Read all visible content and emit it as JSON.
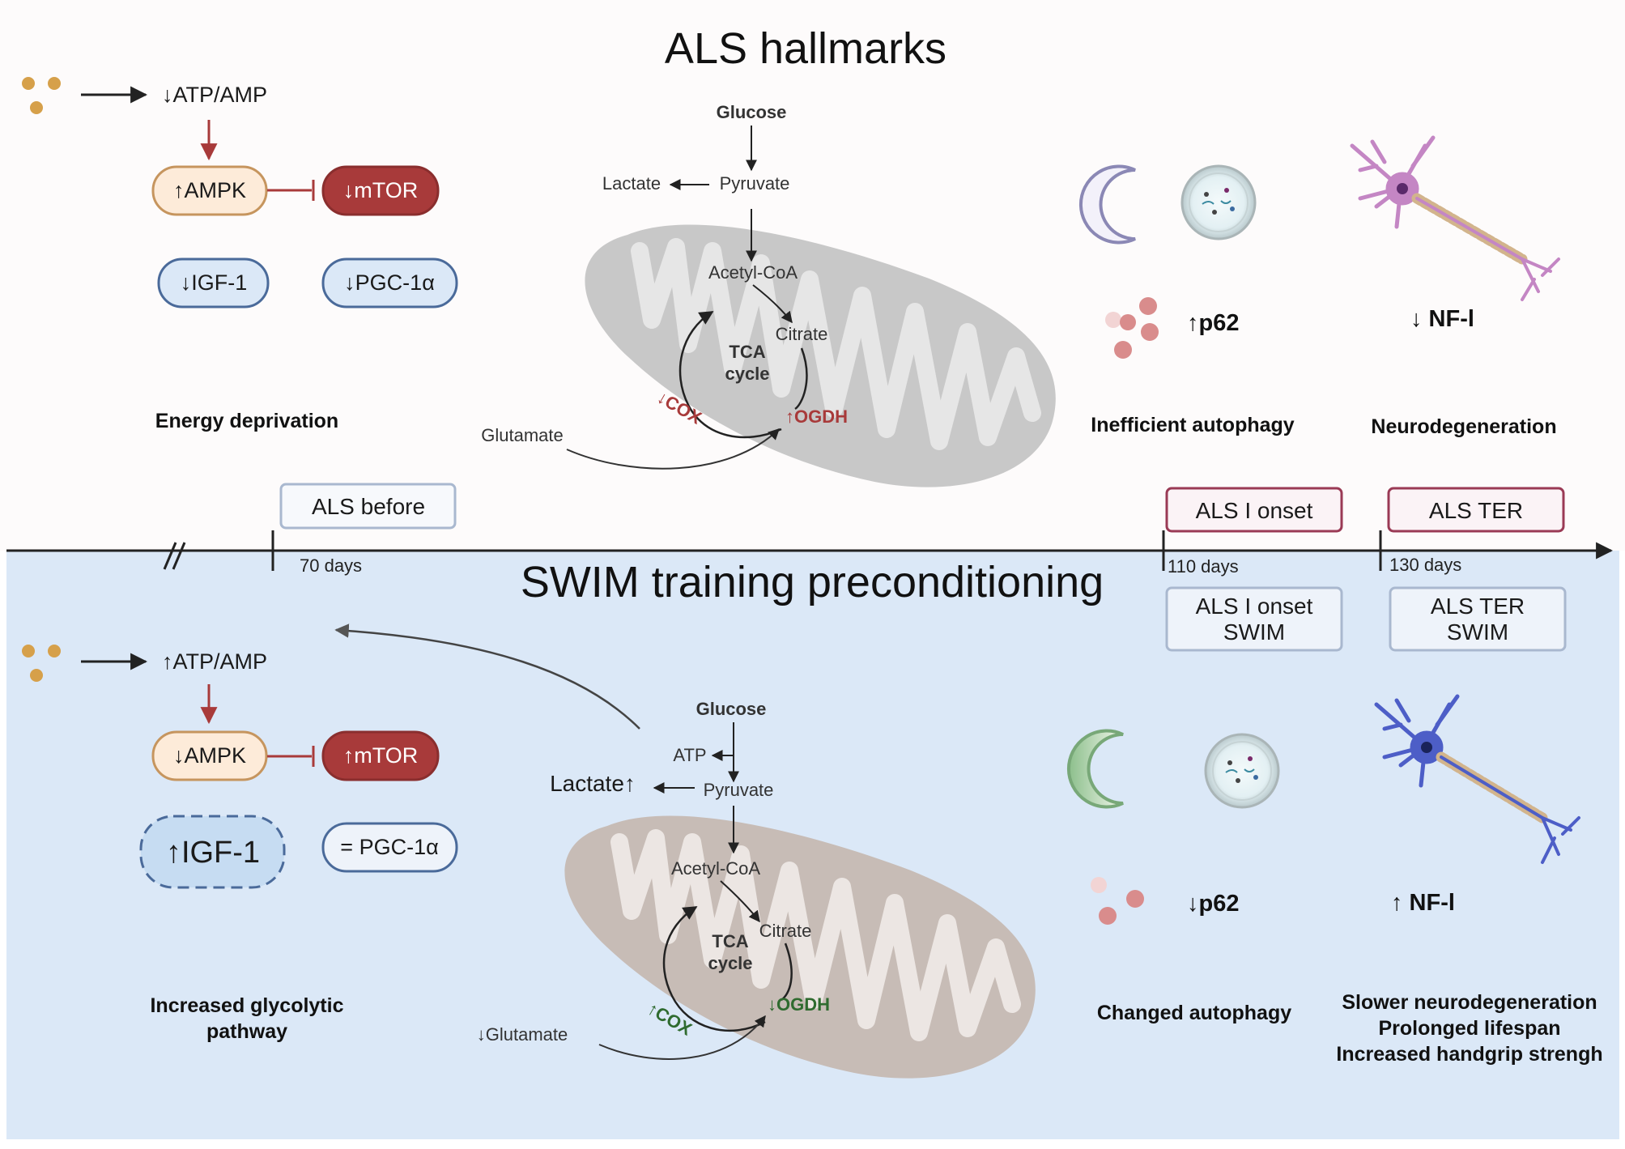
{
  "top": {
    "title": "ALS hallmarks",
    "energy": {
      "ratio": "↓ATP/AMP",
      "ampk": "↑AMPK",
      "mtor": "↓mTOR",
      "igf1": "↓IGF-1",
      "pgc": "↓PGC-1α",
      "caption": "Energy deprivation"
    },
    "metabolism": {
      "glucose": "Glucose",
      "pyruvate": "Pyruvate",
      "lactate": "Lactate",
      "acetyl_coa": "Acetyl-CoA",
      "citrate": "Citrate",
      "tca_1": "TCA",
      "tca_2": "cycle",
      "cox": "↓COX",
      "ogdh": "↑OGDH",
      "glutamate": "Glutamate"
    },
    "autophagy": {
      "marker": "↑p62",
      "caption": "Inefficient autophagy"
    },
    "neuro": {
      "marker": "↓ NF-l",
      "caption": "Neurodegeneration"
    }
  },
  "timeline": {
    "before_label": "ALS before",
    "onset_label": "ALS I onset",
    "ter_label": "ALS TER",
    "day_70": "70 days",
    "day_110": "110 days",
    "day_130": "130 days",
    "onset_swim_1": "ALS I onset",
    "onset_swim_2": "SWIM",
    "ter_swim_1": "ALS TER",
    "ter_swim_2": "SWIM"
  },
  "bottom": {
    "title": "SWIM training preconditioning",
    "energy": {
      "ratio": "↑ATP/AMP",
      "ampk": "↓AMPK",
      "mtor": "↑mTOR",
      "igf1": "↑IGF-1",
      "pgc": "= PGC-1α",
      "caption_1": "Increased glycolytic",
      "caption_2": "pathway"
    },
    "metabolism": {
      "glucose": "Glucose",
      "atp": "ATP",
      "pyruvate": "Pyruvate",
      "lactate": "Lactate↑",
      "acetyl_coa": "Acetyl-CoA",
      "citrate": "Citrate",
      "tca_1": "TCA",
      "tca_2": "cycle",
      "cox": "↑COX",
      "ogdh": "↓OGDH",
      "glutamate": "↓Glutamate"
    },
    "autophagy": {
      "marker": "↓p62",
      "caption": "Changed autophagy"
    },
    "neuro": {
      "marker": "↑ NF-l",
      "caption_1": "Slower neurodegeneration",
      "caption_2": "Prolonged lifespan",
      "caption_3": "Increased handgrip strengh"
    }
  },
  "colors": {
    "top_bg": "#fdfbfb",
    "bottom_bg": "#dbe8f7",
    "dark_red": "#a83a3a",
    "pill_cream": "#fdebd9",
    "pill_cream_border": "#c6955e",
    "pill_blue": "#dbe8f7",
    "pill_blue_border": "#4a6a9a",
    "mito_top": "#c8c8c8",
    "mito_bottom": "#c7bcb6",
    "dots": "#d6a04a",
    "neuron_top": "#c486c4",
    "neuron_bottom": "#4d5ec7",
    "cox_bottom": "#2f6b2f"
  }
}
